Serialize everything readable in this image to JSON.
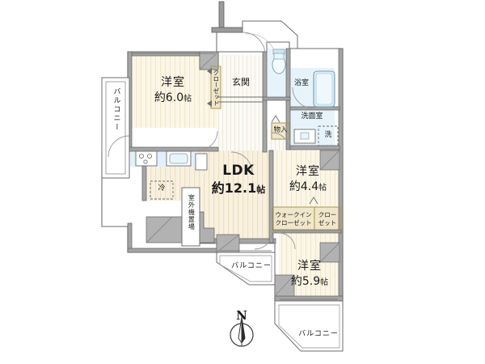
{
  "plan": {
    "type": "japanese-apartment-floor-plan",
    "colors": {
      "wall": "#8c8c8c",
      "wall_fill": "#a8a8a8",
      "floor_wood": "#f7ecd9",
      "floor_stripe": "#efe0c7",
      "room_cream": "#faf5e4",
      "room_stripe": "#f2ead2",
      "water_blue": "#e2f0fa",
      "fixture_blue": "#d6ebf7",
      "closet_beige": "#efe4c8",
      "closet_border": "#b9a museum",
      "outline": "#555555",
      "text": "#1a1a1a",
      "background": "#ffffff"
    },
    "rooms": [
      {
        "id": "bedroom-north",
        "name": "洋室",
        "area": "約6.0",
        "unit": "帖"
      },
      {
        "id": "ldk",
        "name": "LDK",
        "area": "約12.1",
        "unit": "帖"
      },
      {
        "id": "bedroom-east",
        "name": "洋室",
        "area": "約4.4",
        "unit": "帖"
      },
      {
        "id": "bedroom-south",
        "name": "洋室",
        "area": "約5.9",
        "unit": "帖"
      }
    ],
    "service_rooms": [
      {
        "id": "entrance",
        "label": "玄関"
      },
      {
        "id": "bathroom",
        "label": "浴室"
      },
      {
        "id": "washroom",
        "label": "洗面室"
      }
    ],
    "fixtures": [
      {
        "id": "washer",
        "label": "洗"
      },
      {
        "id": "refrigerator",
        "label": "冷"
      },
      {
        "id": "storage",
        "label": "物入"
      }
    ],
    "closets": [
      {
        "id": "entry-closet",
        "label": "クローゼット",
        "orientation": "vertical"
      },
      {
        "id": "walk-in-closet",
        "label_line1": "ウォークイン",
        "label_line2": "クローゼット"
      },
      {
        "id": "bedroom-closet",
        "label_line1": "クロー",
        "label_line2": "ゼット"
      }
    ],
    "balconies": [
      {
        "id": "balcony-west",
        "label": "バルコニー",
        "orientation": "vertical"
      },
      {
        "id": "balcony-south",
        "label": "バルコニー",
        "orientation": "horizontal"
      },
      {
        "id": "balcony-southeast",
        "label": "バルコニー",
        "orientation": "horizontal"
      }
    ],
    "outdoor": [
      {
        "id": "outdoor-unit-space",
        "label": "室外機置場",
        "orientation": "vertical"
      }
    ],
    "compass": {
      "label": "N",
      "direction": "north-down"
    }
  }
}
